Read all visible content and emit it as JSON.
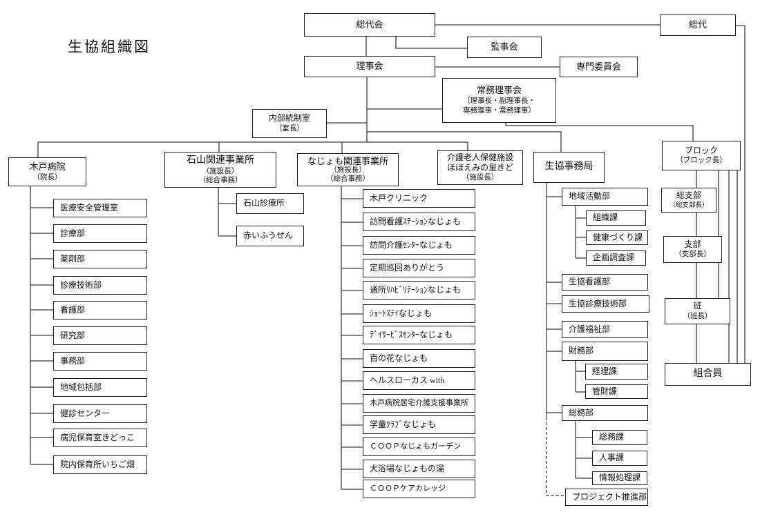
{
  "title": "生協組織図",
  "governance": {
    "soudaikai": "総代会",
    "kanjikai": "監事会",
    "rijikai": "理事会",
    "senmon_iinkai": "専門委員会",
    "joumu": {
      "name": "常務理事会",
      "sub1": "（理事長・副理事長・",
      "sub2": "専務理事・常務理事）"
    },
    "naibu": {
      "name": "内部統制室",
      "sub": "（室長）"
    },
    "soudai": "総代"
  },
  "branches": {
    "kido": {
      "name": "木戸病院",
      "sub": "（院長）",
      "children": [
        "医療安全管理室",
        "診療部",
        "薬剤部",
        "診療技術部",
        "看護部",
        "研究部",
        "事務部",
        "地域包括部",
        "健診センター",
        "病児保育室きどっこ",
        "院内保育所いちご畑"
      ]
    },
    "ishiyama": {
      "name": "石山関連事業所",
      "sub1": "（施設長）",
      "sub2": "（総合事務）",
      "children": [
        "石山診療所",
        "赤いふうせん"
      ]
    },
    "najomo": {
      "name": "なじょも関連事業所",
      "sub1": "（施設長）",
      "sub2": "（総合事務）",
      "children": [
        "木戸クリニック",
        "訪問看護ｽﾃｰｼｮﾝなじょも",
        "訪問介護ｾﾝﾀｰなじょも",
        "定期巡回ありがとう",
        "通所ﾘﾊﾋﾞﾘﾃｰｼｮﾝなじょも",
        "ｼｮｰﾄｽﾃｲなじょも",
        "ﾃﾞｲｻｰﾋﾞｽｾﾝﾀｰなじょも",
        "百の花なじょも",
        "ヘルスローカス with",
        "木戸病院居宅介護支援事業所",
        "学童ｸﾗﾌﾞなじょも",
        "ＣＯＯＰなじょもガーデン",
        "大浴場なじょもの湯",
        "ＣＯＯＰケアカレッジ"
      ]
    },
    "kaigo": {
      "name1": "介護老人保健施設",
      "name2": "ほほえみの里きど",
      "sub": "（施設長）"
    },
    "jimukyoku": {
      "name": "生協事務局",
      "departments": [
        {
          "name": "地域活動部",
          "sections": [
            "組織課",
            "健康づくり課",
            "企画調査課"
          ]
        },
        {
          "name": "生協看護部"
        },
        {
          "name": "生協診療技術部"
        },
        {
          "name": "介護福祉部"
        },
        {
          "name": "財務部",
          "sections": [
            "経理課",
            "管財課"
          ]
        },
        {
          "name": "総務部",
          "sections": [
            "総務課",
            "人事課",
            "情報処理課"
          ]
        },
        {
          "name": "プロジェクト推進部"
        }
      ]
    }
  },
  "member_org": {
    "block": {
      "name": "ブロック",
      "sub": "（ブロック長）"
    },
    "soushibu": {
      "name": "総支部",
      "sub": "（総支部長）"
    },
    "shibu": {
      "name": "支部",
      "sub": "（支部長）"
    },
    "han": {
      "name": "班",
      "sub": "（班長）"
    },
    "kumiaiin": "組合員"
  }
}
